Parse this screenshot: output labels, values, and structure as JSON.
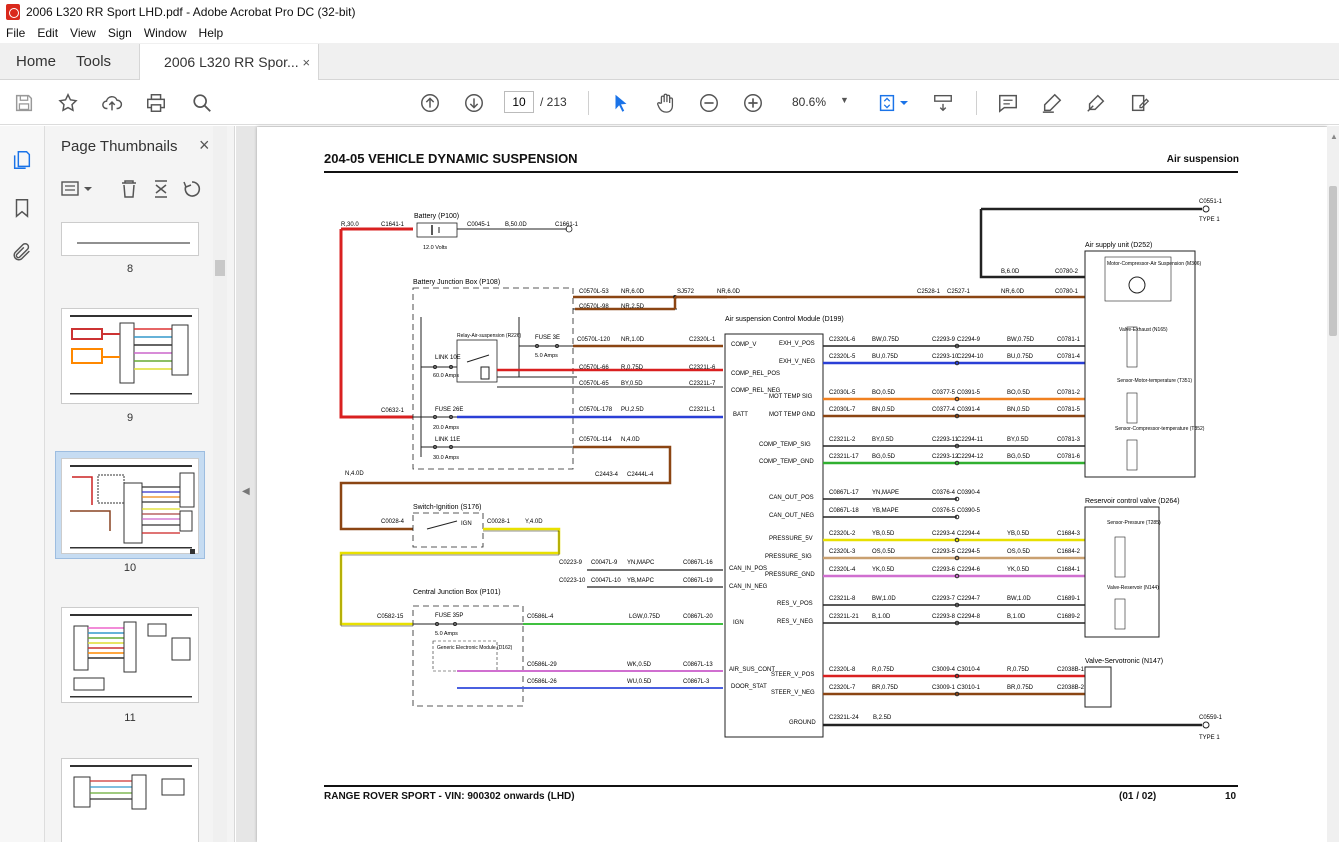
{
  "window": {
    "title": "2006 L320 RR Sport LHD.pdf - Adobe Acrobat Pro DC (32-bit)"
  },
  "menu": [
    "File",
    "Edit",
    "View",
    "Sign",
    "Window",
    "Help"
  ],
  "nav": {
    "home": "Home",
    "tools": "Tools",
    "doc_tab": "2006 L320 RR Spor...",
    "tab_close": "×"
  },
  "toolbar": {
    "page_current": "10",
    "page_total": "/ 213",
    "zoom": "80.6%"
  },
  "panel": {
    "title": "Page Thumbnails",
    "close": "×",
    "thumbs": [
      "8",
      "9",
      "10",
      "11"
    ]
  },
  "page": {
    "header": "204-05 VEHICLE DYNAMIC SUSPENSION",
    "subheader": "Air suspension",
    "footer": "RANGE ROVER SPORT - VIN: 900302 onwards  (LHD)",
    "sheet": "(01 / 02)",
    "page_no": "10"
  },
  "diagram": {
    "components": {
      "battery": "Battery (P100)",
      "battery_volts": "12.0 Volts",
      "bjb": "Battery Junction Box (P108)",
      "relay": "Relay-Air-suspension (R226)",
      "link10e": "LINK 10E",
      "link10e_a": "60.0 Amps",
      "fuse3e": "FUSE 3E",
      "fuse3e_a": "5.0 Amps",
      "fuse26e": "FUSE 26E",
      "fuse26e_a": "20.0 Amps",
      "link11e": "LINK 11E",
      "link11e_a": "30.0 Amps",
      "ignition": "Switch-Ignition (S176)",
      "ign": "IGN",
      "cjb": "Central Junction Box (P101)",
      "fuse35p": "FUSE 35P",
      "fuse35p_a": "5.0 Amps",
      "gem": "Generic Electronic Module (D162)",
      "module": "Air suspension Control Module (D199)",
      "supply_unit": "Air supply unit (D252)",
      "motor": "Motor-Compressor-Air Suspension (M306)",
      "valve_exhaust": "Valve-Exhaust (N165)",
      "sensor_motor": "Sensor-Motor-temperature (T351)",
      "sensor_comp": "Sensor-Compressor-temperature (T352)",
      "reservoir_valve": "Reservoir control valve (D264)",
      "sensor_pressure": "Sensor-Pressure (T285)",
      "valve_reservoir": "Valve-Reservoir (N144)",
      "servotronic": "Valve-Servotronic (N147)",
      "ground_top": "C0551-1",
      "ground_bottom": "C0559-1",
      "type1": "TYPE 1"
    },
    "module_pins": [
      "COMP_V",
      "EXH_V_POS",
      "EXH_V_NEG",
      "COMP_REL_POS",
      "COMP_REL_NEG",
      "BATT",
      "MOT TEMP SIG",
      "MOT TEMP GND",
      "COMP_TEMP_SIG",
      "COMP_TEMP_GND",
      "CAN_OUT_POS",
      "CAN_OUT_NEG",
      "PRESSURE_5V",
      "PRESSURE_SIG",
      "PRESSURE_GND",
      "CAN_IN_POS",
      "CAN_IN_NEG",
      "RES_V_POS",
      "RES_V_NEG",
      "IGN",
      "AIR_SUS_CONT",
      "STEER_V_POS",
      "DOOR_STAT",
      "STEER_V_NEG",
      "GROUND"
    ],
    "wires": {
      "r30": "R,30.0",
      "c1641": "C1641-1",
      "c0045": "C0045-1",
      "b50": "B,50.0D",
      "c1661": "C1661-1",
      "c0632": "C0632-1",
      "n4": "N,4.0D",
      "c0028_4": "C0028-4",
      "c0028_1": "C0028-1",
      "y4": "Y,4.0D",
      "c0582": "C0582-15",
      "c2443": "C2443-4",
      "c2444": "C2444L-4",
      "w1": "C0570L-53",
      "w1b": "NR,6.0D",
      "sj572": "SJ572",
      "nr60": "NR,6.0D",
      "c2528": "C2528-1",
      "c2527": "C2527-1",
      "w2": "C0570L-98",
      "w2b": "NR,2.5D",
      "w3": "C0570L-120",
      "w3b": "NR,1.0D",
      "w3c": "C2320L-1",
      "w4": "C0570L-66",
      "w4b": "R,0.75D",
      "w4c": "C2321L-6",
      "w5": "C0570L-65",
      "w5b": "BY,0.5D",
      "w5c": "C2321L-7",
      "w6": "C0570L-178",
      "w6b": "PU,2.5D",
      "w6c": "C2321L-1",
      "w7": "C0570L-114",
      "w7b": "N,4.0D",
      "can1": "C0223-9",
      "can1b": "C0047L-9",
      "can1c": "YN,MAPC",
      "can1d": "C0867L-16",
      "can2": "C0223-10",
      "can2b": "C0047L-10",
      "can2c": "YB,MAPC",
      "can2d": "C0867L-19",
      "ig1": "C0586L-4",
      "ig1b": "LGW,0.75D",
      "ig1c": "C0867L-20",
      "g1": "C0586L-29",
      "g1b": "WK,0.5D",
      "g1c": "C0867L-13",
      "g2": "C0586L-26",
      "g2b": "WU,0.5D",
      "g2c": "C0867L-3",
      "b6": "B,6.0D",
      "c0780_2": "C0780-2",
      "c0780_1": "C0780-1",
      "nr6b": "NR,6.0D",
      "r1a": "C2320L-6",
      "r1b": "BW,0.75D",
      "r1c": "C2293-9",
      "r1d": "C2294-9",
      "r1e": "BW,0.75D",
      "r1f": "C0781-1",
      "r2a": "C2320L-5",
      "r2b": "BU,0.75D",
      "r2c": "C2293-10",
      "r2d": "C2294-10",
      "r2e": "BU,0.75D",
      "r2f": "C0781-4",
      "r3a": "C2030L-5",
      "r3b": "BO,0.5D",
      "r3c": "C0377-5",
      "r3d": "C0391-5",
      "r3e": "BO,0.5D",
      "r3f": "C0781-2",
      "r4a": "C2030L-7",
      "r4b": "BN,0.5D",
      "r4c": "C0377-4",
      "r4d": "C0391-4",
      "r4e": "BN,0.5D",
      "r4f": "C0781-5",
      "r5a": "C2321L-2",
      "r5b": "BY,0.5D",
      "r5c": "C2293-11",
      "r5d": "C2294-11",
      "r5e": "BY,0.5D",
      "r5f": "C0781-3",
      "r6a": "C2321L-17",
      "r6b": "BG,0.5D",
      "r6c": "C2293-12",
      "r6d": "C2294-12",
      "r6e": "BG,0.5D",
      "r6f": "C0781-6",
      "r7a": "C0867L-17",
      "r7b": "YN,MAPE",
      "r7c": "C0376-4",
      "r7d": "C0390-4",
      "r8a": "C0867L-18",
      "r8b": "YB,MAPE",
      "r8c": "C0376-5",
      "r8d": "C0390-5",
      "r9a": "C2320L-2",
      "r9b": "YB,0.5D",
      "r9c": "C2293-4",
      "r9d": "C2294-4",
      "r9e": "YB,0.5D",
      "r9f": "C1684-3",
      "r10a": "C2320L-3",
      "r10b": "OS,0.5D",
      "r10c": "C2293-5",
      "r10d": "C2294-5",
      "r10e": "OS,0.5D",
      "r10f": "C1684-2",
      "r11a": "C2320L-4",
      "r11b": "YK,0.5D",
      "r11c": "C2293-6",
      "r11d": "C2294-6",
      "r11e": "YK,0.5D",
      "r11f": "C1684-1",
      "r12a": "C2321L-8",
      "r12b": "BW,1.0D",
      "r12c": "C2293-7",
      "r12d": "C2294-7",
      "r12e": "BW,1.0D",
      "r12f": "C1689-1",
      "r13a": "C2321L-21",
      "r13b": "B,1.0D",
      "r13c": "C2293-8",
      "r13d": "C2294-8",
      "r13e": "B,1.0D",
      "r13f": "C1689-2",
      "r14a": "C2320L-8",
      "r14b": "R,0.75D",
      "r14c": "C3009-4",
      "r14d": "C3010-4",
      "r14e": "R,0.75D",
      "r14f": "C2038B-1",
      "r15a": "C2320L-7",
      "r15b": "BR,0.75D",
      "r15c": "C3009-1",
      "r15d": "C3010-1",
      "r15e": "BR,0.75D",
      "r15f": "C2038B-2",
      "gnd_a": "C2321L-24",
      "gnd_b": "B,2.5D"
    }
  }
}
